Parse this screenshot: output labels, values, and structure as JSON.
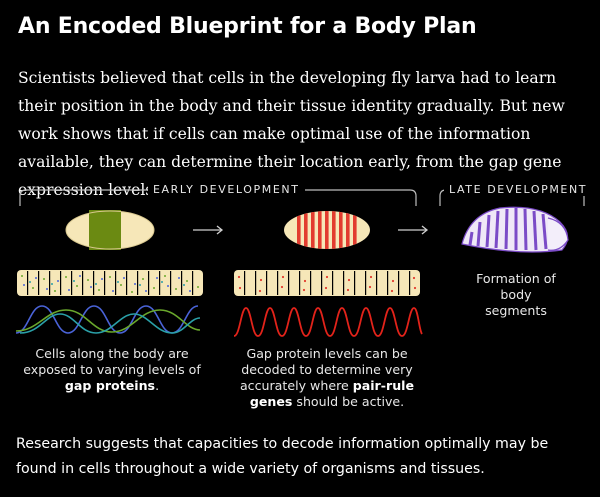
{
  "title": "An Encoded Blueprint for a Body Plan",
  "intro": "Scientists believed that cells in the developing fly larva had to learn their position in the body and their tissue identity gradually. But new work shows that if cells can make optimal use of the information available, they can determine their location early, from the gap gene expression levels alone.",
  "sections": {
    "early": "EARLY DEVELOPMENT",
    "late": "LATE DEVELOPMENT"
  },
  "captions": {
    "gap": {
      "pre": "Cells along the body are exposed to varying levels of ",
      "bold": "gap proteins",
      "post": "."
    },
    "pair_rule": {
      "pre": "Gap protein levels can be decoded to determine very accurately where ",
      "bold": "pair-rule genes",
      "post": " should be active."
    },
    "segments": "Formation of body segments"
  },
  "outro": "Research suggests that capacities to decode information optimally may be found in cells throughout a wide variety of organisms and tissues.",
  "colors": {
    "background": "#000000",
    "embryo_fill": "#f6e7b8",
    "gap_band": "#6b8a12",
    "stripe_red": "#e23c2f",
    "gap_blue": "#4a63d8",
    "gap_green": "#6aa82c",
    "gap_teal": "#2aa0a8",
    "pair_rule_wave": "#e2231a",
    "segment_purple": "#7b4bc7"
  },
  "icons": [
    "arrow-right-icon",
    "embryo-icon",
    "cell-row-icon",
    "larva-icon"
  ]
}
